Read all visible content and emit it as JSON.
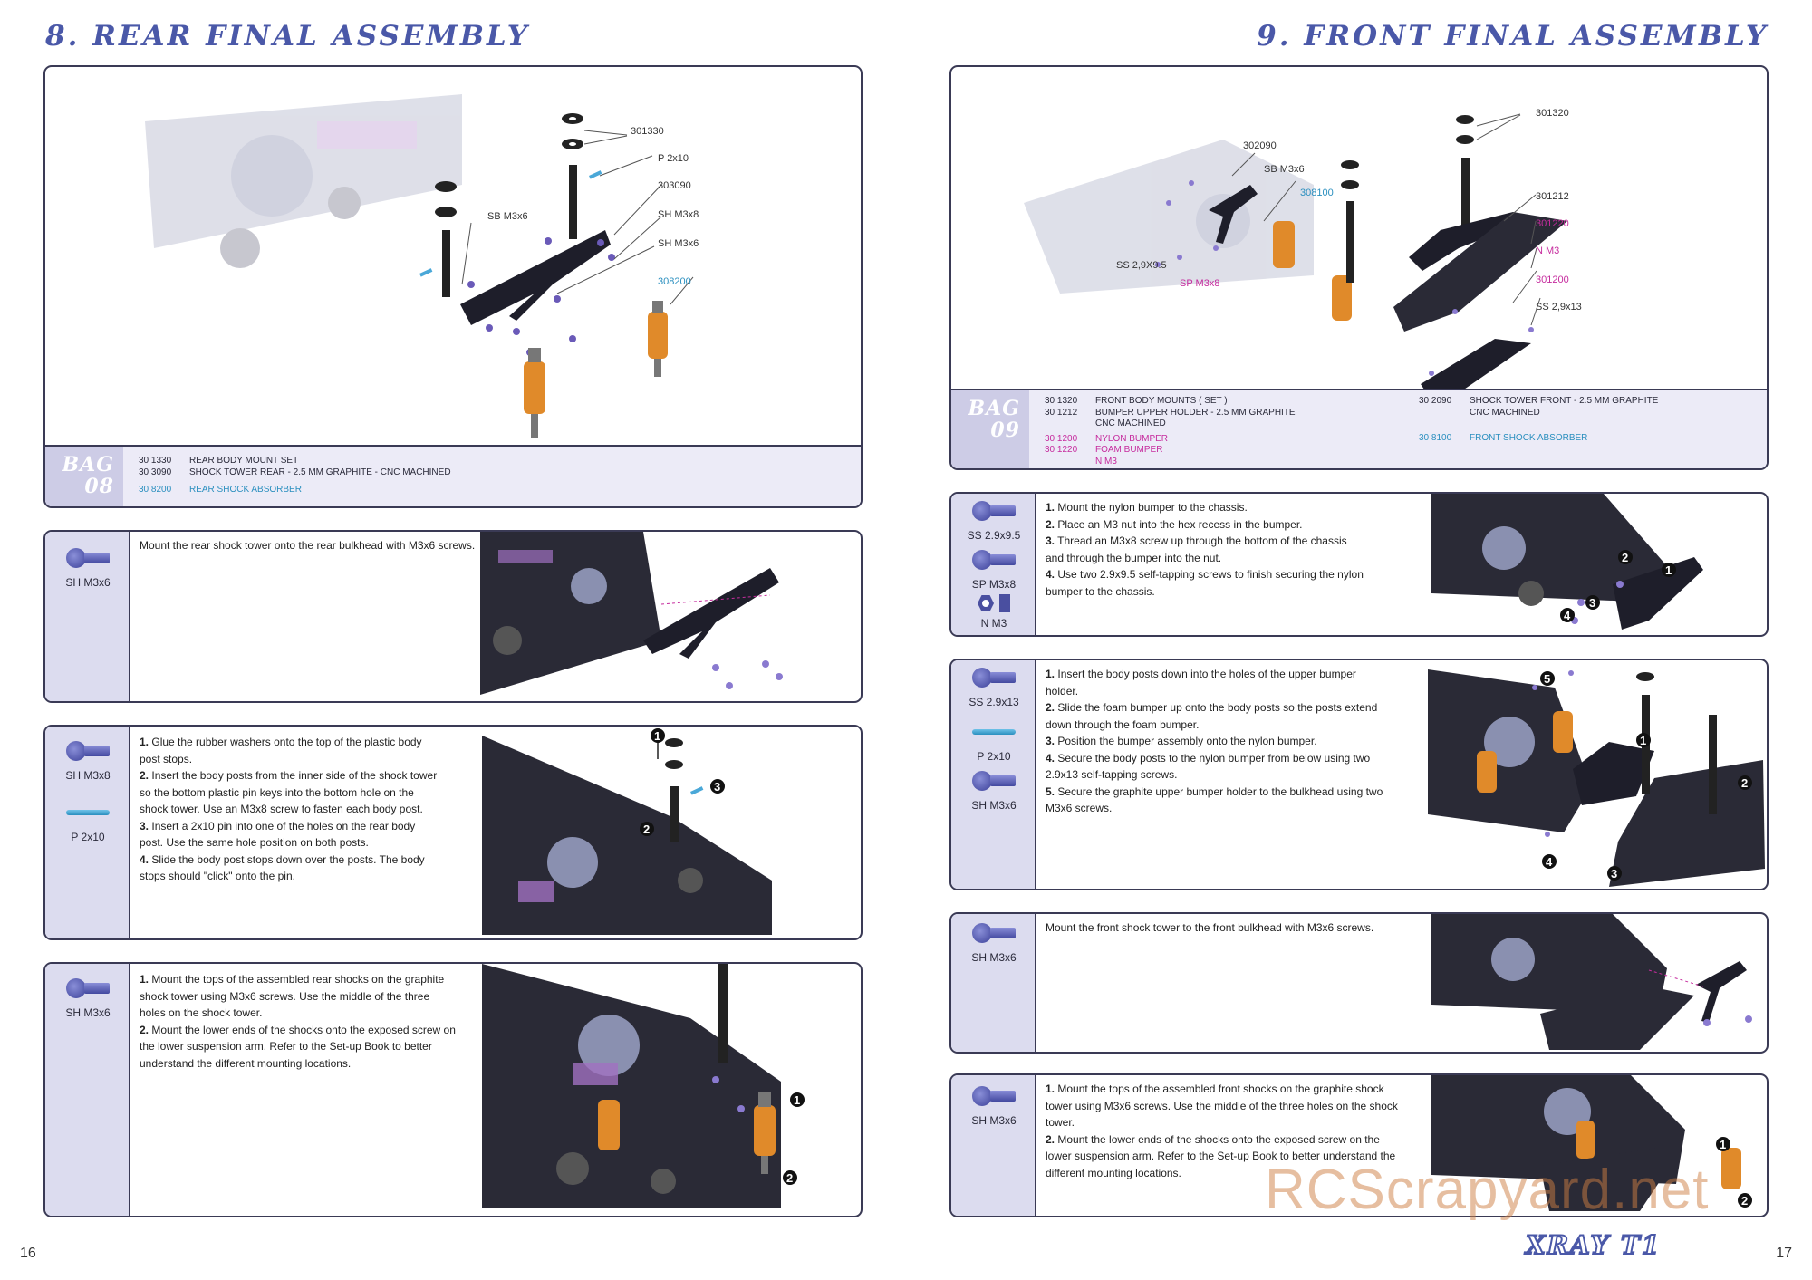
{
  "left_page": {
    "title": "8. REAR FINAL ASSEMBLY",
    "page_number": "16",
    "diagram_labels": [
      "301330",
      "P 2x10",
      "303090",
      "SH M3x8",
      "SB M3x6",
      "SH M3x6",
      "308200"
    ],
    "bag": {
      "label_word": "BAG",
      "label_number": "08",
      "parts": [
        {
          "code": "30 1330",
          "name": "REAR BODY MOUNT SET",
          "color": "#2a2a3a"
        },
        {
          "code": "30 3090",
          "name": "SHOCK TOWER REAR - 2.5 MM GRAPHITE - CNC MACHINED",
          "color": "#2a2a3a"
        },
        {
          "code": "30 8200",
          "name": "REAR SHOCK ABSORBER",
          "color": "#2a8fbf"
        }
      ]
    },
    "steps": [
      {
        "hardware": [
          {
            "icon": "screw-icon",
            "label": "SH M3x6"
          }
        ],
        "lines": [
          {
            "num": "",
            "text": "Mount the rear shock tower onto the rear bulkhead with M3x6 screws."
          }
        ]
      },
      {
        "hardware": [
          {
            "icon": "screw-icon",
            "label": "SH M3x8"
          },
          {
            "icon": "pin-icon",
            "label": "P 2x10"
          }
        ],
        "lines": [
          {
            "num": "1.",
            "text": "Glue the rubber washers onto the top of the plastic body"
          },
          {
            "num": "",
            "text": "post stops."
          },
          {
            "num": "2.",
            "text": "Insert the body posts from the inner side of the shock tower"
          },
          {
            "num": "",
            "text": "so the bottom plastic pin keys into the bottom hole on the"
          },
          {
            "num": "",
            "text": "shock tower. Use an M3x8 screw to fasten each body post."
          },
          {
            "num": "3.",
            "text": "Insert a 2x10 pin into one of the holes on the rear body"
          },
          {
            "num": "",
            "text": "post. Use the same hole position on both posts."
          },
          {
            "num": "4.",
            "text": "Slide the body post stops down over the posts. The body"
          },
          {
            "num": "",
            "text": "stops should \"click\" onto the pin."
          }
        ]
      },
      {
        "hardware": [
          {
            "icon": "screw-icon",
            "label": "SH M3x6"
          }
        ],
        "lines": [
          {
            "num": "1.",
            "text": "Mount the tops of the assembled rear shocks on the graphite"
          },
          {
            "num": "",
            "text": "shock tower using M3x6 screws. Use the middle of the three"
          },
          {
            "num": "",
            "text": "holes on the shock tower."
          },
          {
            "num": "2.",
            "text": "Mount the lower ends of the shocks onto the exposed screw on"
          },
          {
            "num": "",
            "text": "the lower suspension arm. Refer to the Set-up Book  to better"
          },
          {
            "num": "",
            "text": "understand the different mounting locations."
          }
        ]
      }
    ]
  },
  "right_page": {
    "title": "9. FRONT FINAL ASSEMBLY",
    "page_number": "17",
    "logo_text": "XRAY T1",
    "watermark": "RCScrapyard.net",
    "diagram_labels": [
      "301320",
      "302090",
      "SB M3x6",
      "308100",
      "301212",
      "301220",
      "N M3",
      "301200",
      "SS 2,9x13",
      "SS 2,9X9.5",
      "SP M3x8"
    ],
    "bag": {
      "label_word": "BAG",
      "label_number": "09",
      "parts_left": [
        {
          "code": "30 1320",
          "name": "FRONT BODY MOUNTS ( SET )",
          "color": "#2a2a3a"
        },
        {
          "code": "30 1212",
          "name": "BUMPER UPPER HOLDER - 2.5 MM GRAPHITE",
          "color": "#2a2a3a"
        },
        {
          "code": "",
          "name": "CNC MACHINED",
          "color": "#2a2a3a"
        },
        {
          "code": "30 1200",
          "name": "NYLON BUMPER",
          "color": "#c62c9e"
        },
        {
          "code": "30 1220",
          "name": "FOAM BUMPER",
          "color": "#c62c9e"
        },
        {
          "code": "",
          "name": "N M3",
          "color": "#c62c9e"
        }
      ],
      "parts_right": [
        {
          "code": "30 2090",
          "name": "SHOCK TOWER FRONT - 2.5 MM GRAPHITE",
          "color": "#2a2a3a"
        },
        {
          "code": "",
          "name": "CNC MACHINED",
          "color": "#2a2a3a"
        },
        {
          "code": "30 8100",
          "name": "FRONT SHOCK ABSORBER",
          "color": "#2a8fbf"
        }
      ]
    },
    "steps": [
      {
        "hardware": [
          {
            "icon": "screw-icon",
            "label": "SS 2.9x9.5"
          },
          {
            "icon": "screw-icon",
            "label": "SP M3x8"
          },
          {
            "icon": "nut-icon",
            "label": "N M3"
          }
        ],
        "lines": [
          {
            "num": "1.",
            "text": "Mount the nylon bumper to the chassis."
          },
          {
            "num": "2.",
            "text": "Place an M3 nut into the hex recess in the bumper."
          },
          {
            "num": "3.",
            "text": "Thread an M3x8 screw up through the bottom of the chassis"
          },
          {
            "num": "",
            "text": "and through the bumper into the nut."
          },
          {
            "num": "4.",
            "text": "Use two 2.9x9.5 self-tapping screws to finish securing the nylon"
          },
          {
            "num": "",
            "text": "bumper to the chassis."
          }
        ]
      },
      {
        "hardware": [
          {
            "icon": "screw-icon",
            "label": "SS 2.9x13"
          },
          {
            "icon": "pin-icon",
            "label": "P 2x10"
          },
          {
            "icon": "screw-icon",
            "label": "SH M3x6"
          }
        ],
        "lines": [
          {
            "num": "1.",
            "text": "Insert the body posts down into the holes of the upper bumper"
          },
          {
            "num": "",
            "text": "holder."
          },
          {
            "num": "2.",
            "text": "Slide the foam bumper up onto the body posts so the posts extend"
          },
          {
            "num": "",
            "text": "down through the foam bumper."
          },
          {
            "num": "3.",
            "text": "Position the bumper assembly onto the nylon bumper."
          },
          {
            "num": "4.",
            "text": "Secure the body posts to the nylon bumper from below using two"
          },
          {
            "num": "",
            "text": "2.9x13 self-tapping screws."
          },
          {
            "num": "5.",
            "text": "Secure the graphite upper bumper holder to the bulkhead using two"
          },
          {
            "num": "",
            "text": "M3x6 screws."
          }
        ]
      },
      {
        "hardware": [
          {
            "icon": "screw-icon",
            "label": "SH M3x6"
          }
        ],
        "lines": [
          {
            "num": "",
            "text": "Mount the front shock tower to the front bulkhead with M3x6 screws."
          }
        ]
      },
      {
        "hardware": [
          {
            "icon": "screw-icon",
            "label": "SH M3x6"
          }
        ],
        "lines": [
          {
            "num": "1.",
            "text": "Mount the tops of the assembled front shocks on the graphite shock"
          },
          {
            "num": "",
            "text": "tower using M3x6 screws. Use the middle of the three holes on the shock"
          },
          {
            "num": "",
            "text": "tower."
          },
          {
            "num": "2.",
            "text": "Mount the lower ends of the shocks onto the exposed screw on the"
          },
          {
            "num": "",
            "text": "lower suspension arm. Refer to the Set-up Book to better understand the"
          },
          {
            "num": "",
            "text": "different mounting locations."
          }
        ]
      }
    ]
  }
}
